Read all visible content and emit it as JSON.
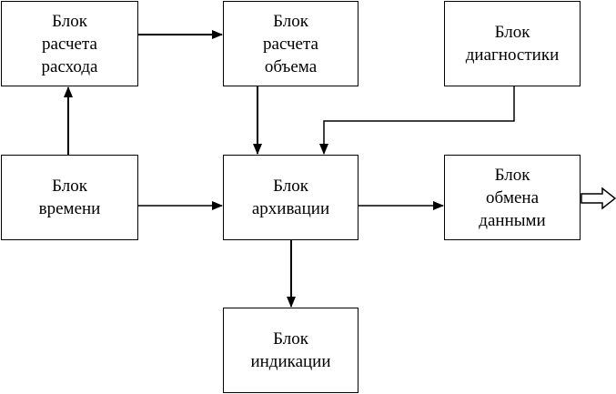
{
  "blocks": {
    "flow_calc": {
      "lines": [
        "Блок",
        "расчета",
        "расхода"
      ]
    },
    "volume_calc": {
      "lines": [
        "Блок",
        "расчета",
        "объема"
      ]
    },
    "diagnostics": {
      "lines": [
        "Блок",
        "диагностики"
      ]
    },
    "time": {
      "lines": [
        "Блок",
        "времени"
      ]
    },
    "archiving": {
      "lines": [
        "Блок",
        "архивации"
      ]
    },
    "data_exchange": {
      "lines": [
        "Блок",
        "обмена",
        "данными"
      ]
    },
    "indication": {
      "lines": [
        "Блок",
        "индикации"
      ]
    }
  }
}
